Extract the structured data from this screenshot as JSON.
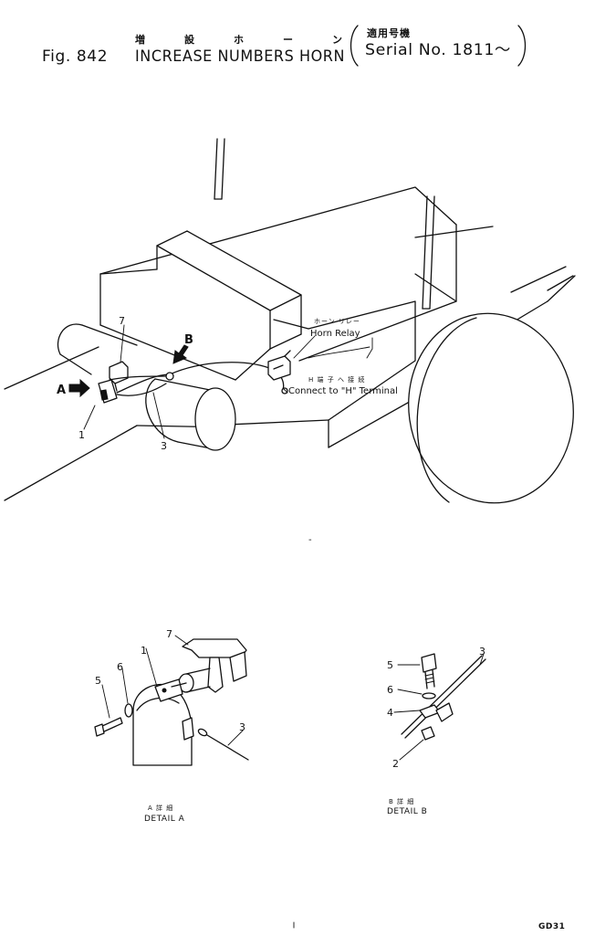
{
  "header": {
    "fig_label": "Fig. 842",
    "title": "INCREASE NUMBERS HORN",
    "title_jp": "増 設 ホ ー ン",
    "serial": "Serial No. 1811～",
    "serial_jp": "適用号機"
  },
  "main_view": {
    "arrow_a": "A",
    "arrow_b": "B",
    "horn_relay_jp": "ホーン リレー",
    "horn_relay": "Horn Relay",
    "connect_jp": "H 端 子 へ 接 続",
    "connect": "Connect to \"H\" Terminal",
    "callouts": [
      "7",
      "1",
      "3"
    ],
    "dash": "-"
  },
  "detail_a": {
    "caption_jp": "A 詳 細",
    "caption": "DETAIL A",
    "callouts": [
      "7",
      "1",
      "6",
      "5",
      "3"
    ]
  },
  "detail_b": {
    "caption_jp": "B 詳 細",
    "caption": "DETAIL B",
    "callouts": [
      "5",
      "3",
      "6",
      "4",
      "2"
    ]
  },
  "footer": {
    "code": "GD31"
  }
}
